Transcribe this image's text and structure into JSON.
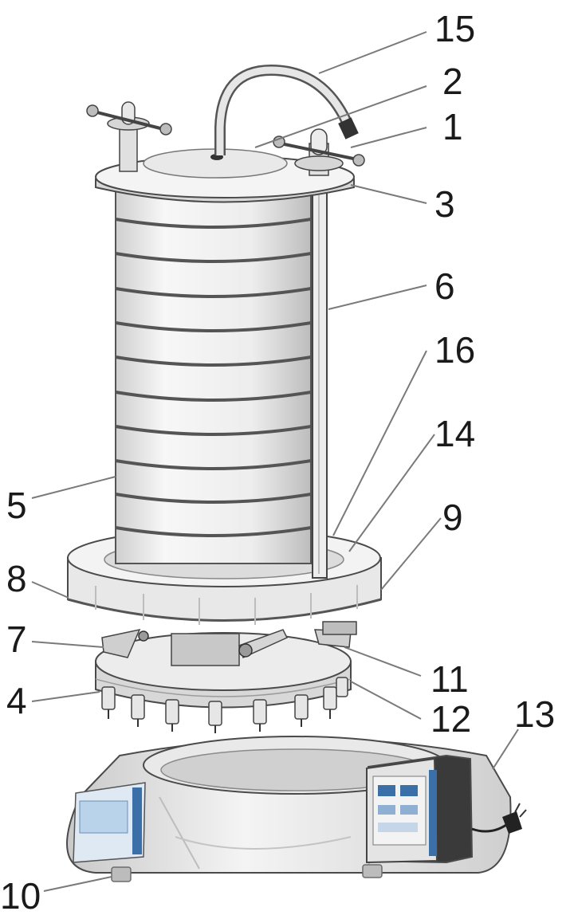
{
  "callouts": [
    {
      "id": "15",
      "label": "15"
    },
    {
      "id": "2",
      "label": "2"
    },
    {
      "id": "1",
      "label": "1"
    },
    {
      "id": "3",
      "label": "3"
    },
    {
      "id": "6",
      "label": "6"
    },
    {
      "id": "16",
      "label": "16"
    },
    {
      "id": "14",
      "label": "14"
    },
    {
      "id": "9",
      "label": "9"
    },
    {
      "id": "5",
      "label": "5"
    },
    {
      "id": "8",
      "label": "8"
    },
    {
      "id": "7",
      "label": "7"
    },
    {
      "id": "11",
      "label": "11"
    },
    {
      "id": "4",
      "label": "4"
    },
    {
      "id": "12",
      "label": "12"
    },
    {
      "id": "13",
      "label": "13"
    },
    {
      "id": "10",
      "label": "10"
    }
  ],
  "colors": {
    "metal_light": "#f1f1f1",
    "metal_mid": "#d6d6d6",
    "metal_dark": "#9c9c9c",
    "ring_dark": "#555555",
    "panel_blue": "#3b6fa8",
    "screen_blue": "#b9d3ea",
    "plug_black": "#222222"
  }
}
